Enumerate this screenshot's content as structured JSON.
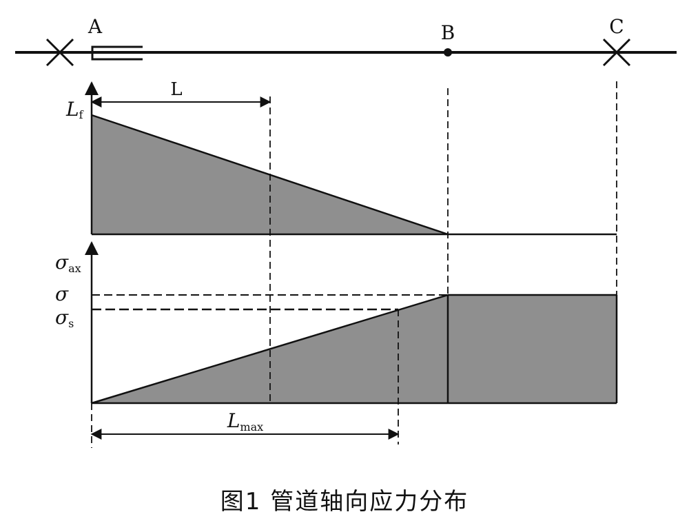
{
  "pipeline": {
    "points": [
      {
        "id": "A",
        "label": "A"
      },
      {
        "id": "B",
        "label": "B"
      },
      {
        "id": "C",
        "label": "C"
      }
    ]
  },
  "upper_plot": {
    "y_label_main": "L",
    "y_label_sub": "f",
    "dimension_label": "L"
  },
  "lower_plot": {
    "y_label_main": "σ",
    "y_label_sub": "ax",
    "level_sigma_label": "σ",
    "level_sigma_s_main": "σ",
    "level_sigma_s_sub": "s",
    "dimension_main": "L",
    "dimension_sub": "max"
  },
  "caption": "图1   管道轴向应力分布",
  "colors": {
    "fill": "#8f8f8f",
    "line": "#111111"
  }
}
